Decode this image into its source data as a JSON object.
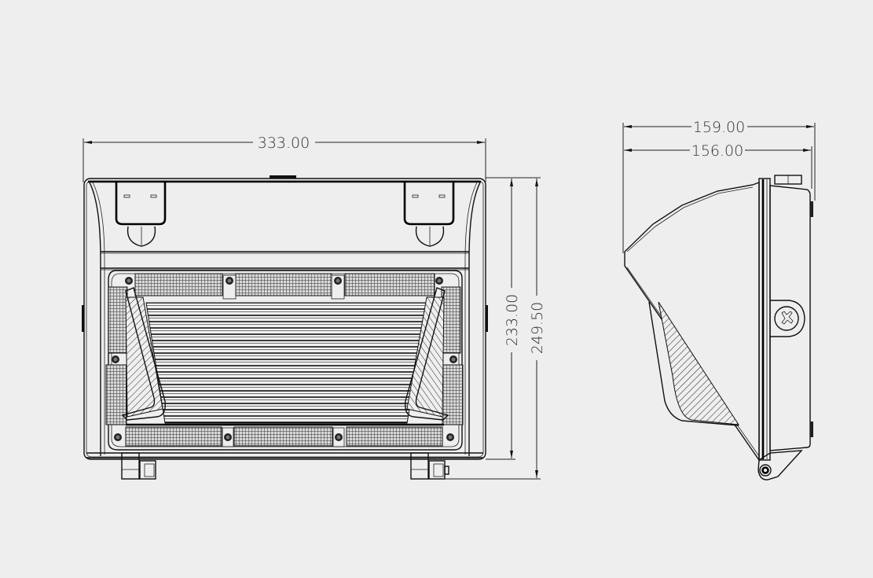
{
  "drawing": {
    "background_color": "#eeeeee",
    "line_color": "#111111",
    "views": [
      {
        "name": "front-view",
        "dimensions": {
          "width": "333.00",
          "height_body": "233.00",
          "height_overall": "249.50"
        }
      },
      {
        "name": "side-view",
        "dimensions": {
          "depth_overall": "159.00",
          "depth_body": "156.00"
        }
      }
    ]
  }
}
